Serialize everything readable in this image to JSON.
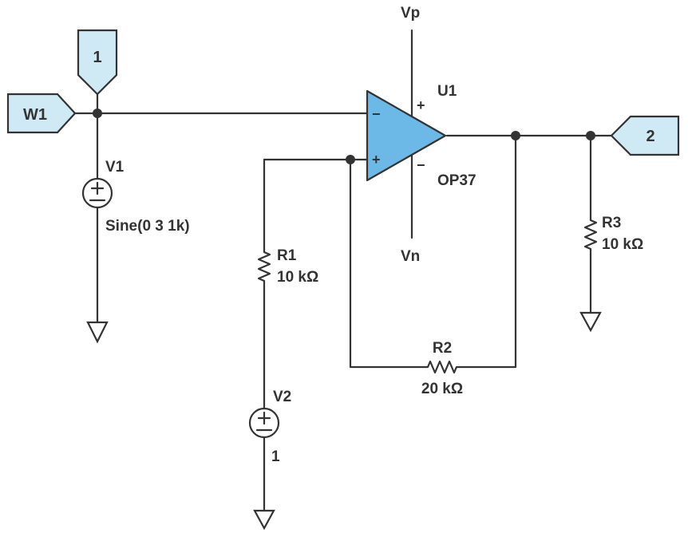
{
  "colors": {
    "flag_fill": "#cfeaf5",
    "opamp_fill": "#6cb8e6",
    "wire": "#333333"
  },
  "ports": {
    "port_1": "1",
    "port_w1": "W1",
    "port_2": "2"
  },
  "opamp": {
    "ref": "U1",
    "model": "OP37",
    "supply_pos": "Vp",
    "supply_neg": "Vn",
    "in_inv_sign": "−",
    "in_noninv_sign": "+",
    "pin_pos_sign": "+",
    "pin_neg_sign": "−"
  },
  "sources": {
    "v1": {
      "ref": "V1",
      "value": "Sine(0 3 1k)",
      "symbol": "±"
    },
    "v2": {
      "ref": "V2",
      "value": "1",
      "symbol": "±"
    }
  },
  "resistors": {
    "r1": {
      "ref": "R1",
      "value": "10 kΩ"
    },
    "r2": {
      "ref": "R2",
      "value": "20 kΩ"
    },
    "r3": {
      "ref": "R3",
      "value": "10 kΩ"
    }
  },
  "icons": {
    "ground": "ground-icon",
    "source": "voltage-source-icon",
    "resistor": "resistor-icon",
    "opamp": "opamp-icon",
    "flag": "port-flag-icon"
  }
}
